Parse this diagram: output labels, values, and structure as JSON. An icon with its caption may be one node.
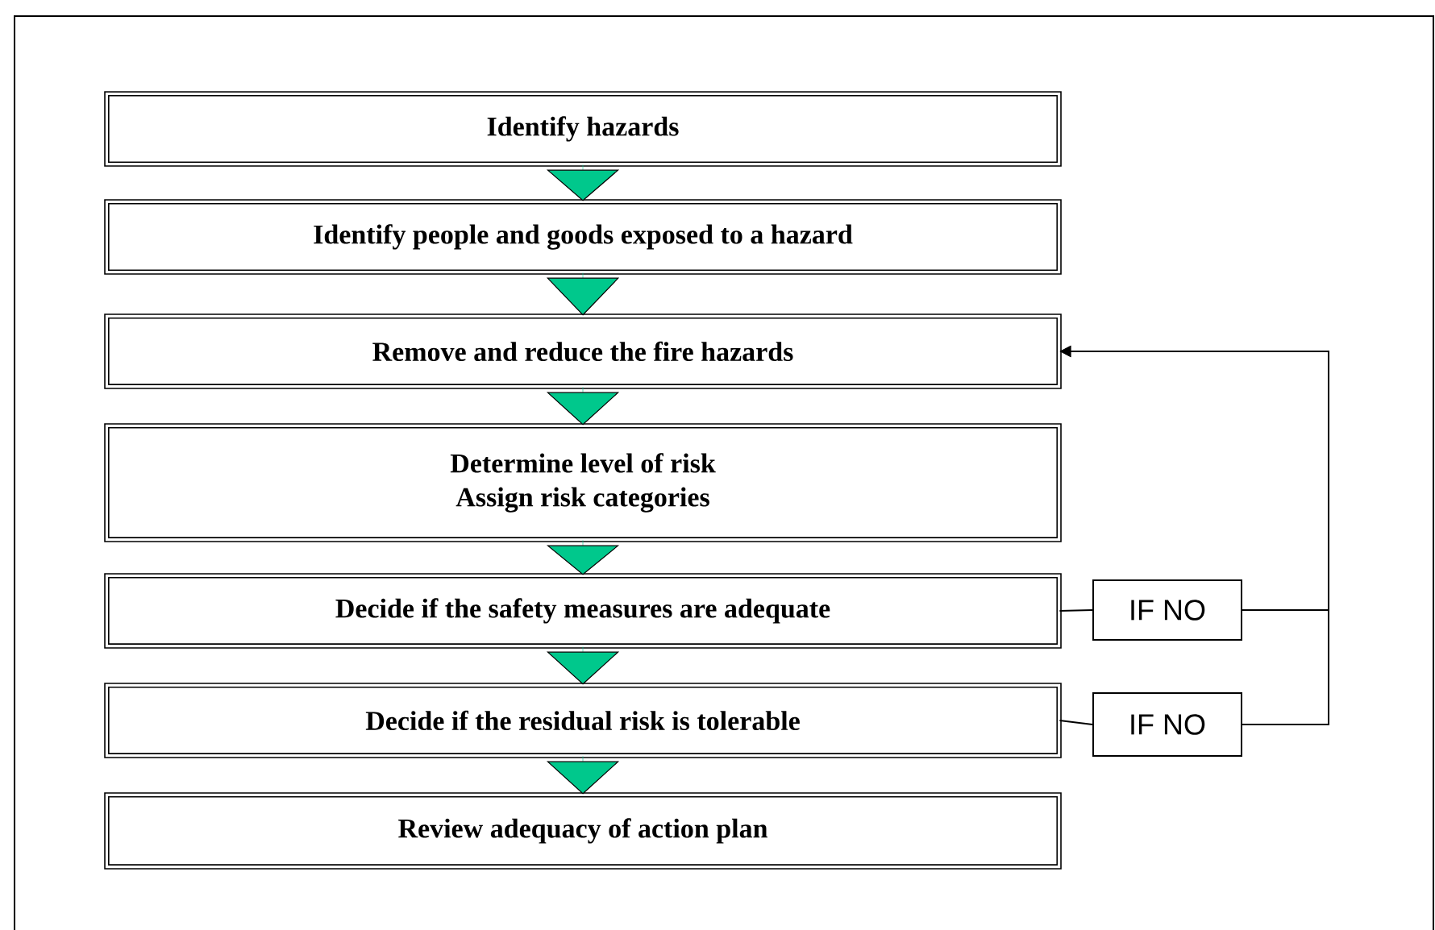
{
  "diagram": {
    "nodes": [
      {
        "text": [
          "Identify hazards"
        ]
      },
      {
        "text": [
          "Identify people and goods exposed to a hazard"
        ]
      },
      {
        "text": [
          "Remove and reduce the fire hazards"
        ]
      },
      {
        "text": [
          "Determine level of risk",
          "Assign risk categories"
        ]
      },
      {
        "text": [
          "Decide if the safety measures are adequate"
        ]
      },
      {
        "text": [
          "Decide if the residual risk is tolerable"
        ]
      },
      {
        "text": [
          "Review adequacy of action plan"
        ]
      },
      {
        "text": [
          "IF NO"
        ]
      },
      {
        "text": [
          "IF NO"
        ]
      }
    ],
    "edges": [
      {
        "from": 0,
        "to": 1,
        "arrow": "to"
      },
      {
        "from": 1,
        "to": 2,
        "arrow": "to"
      },
      {
        "from": 2,
        "to": 3,
        "arrow": "to"
      },
      {
        "from": 3,
        "to": 4,
        "arrow": "to"
      },
      {
        "from": 4,
        "to": 5,
        "arrow": "to"
      },
      {
        "from": 5,
        "to": 6,
        "arrow": "to"
      },
      {
        "from": 4,
        "to": 7,
        "arrow": "none",
        "color": "#000000"
      },
      {
        "from": 5,
        "to": 8,
        "arrow": "none",
        "color": "#000000"
      },
      {
        "from": 7,
        "to": 2,
        "arrow": "to",
        "color": "#000000"
      },
      {
        "from": 8,
        "to": 2,
        "arrow": "to",
        "color": "#000000"
      }
    ]
  }
}
